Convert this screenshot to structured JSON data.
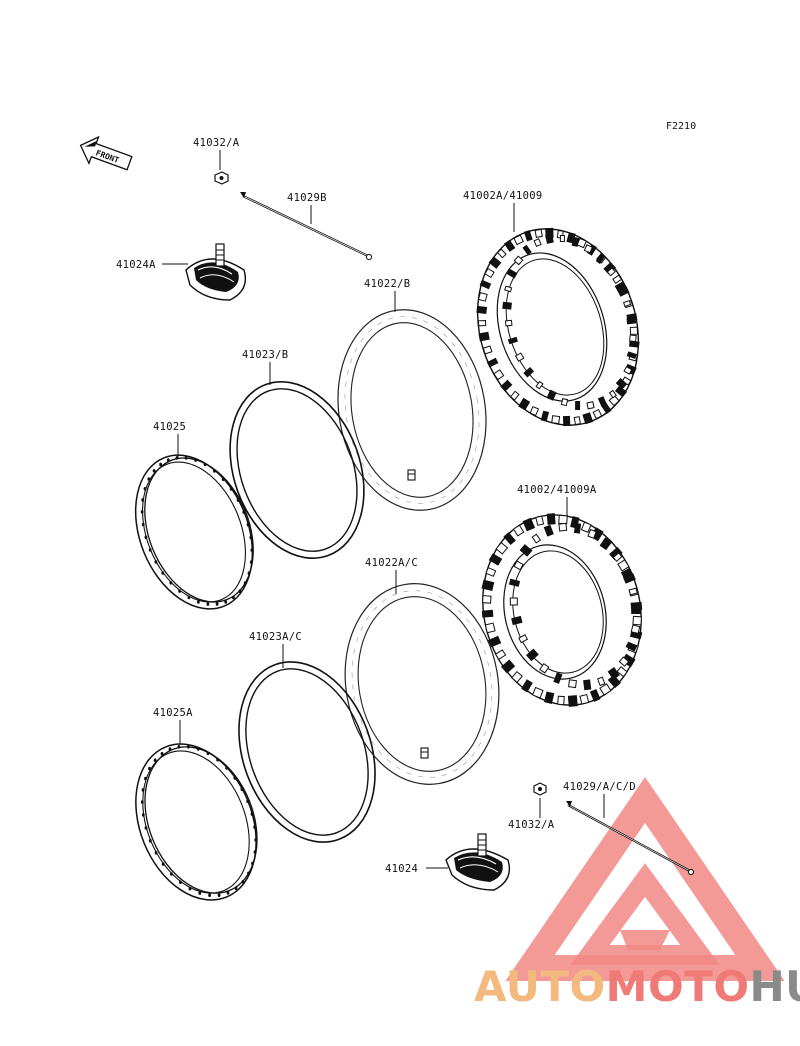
{
  "figure_code": "F2210",
  "front_label": "FRONT",
  "parts": {
    "p41032a_top": "41032/A",
    "p41029b": "41029B",
    "p41024a": "41024A",
    "p41022b": "41022/B",
    "p41002a": "41002A/41009",
    "p41023b": "41023/B",
    "p41025": "41025",
    "p41002": "41002/41009A",
    "p41022ac": "41022A/C",
    "p41023ac": "41023A/C",
    "p41025a": "41025A",
    "p41029acd": "41029/A/C/D",
    "p41032a_bottom": "41032/A",
    "p41024": "41024"
  },
  "watermark": {
    "part1": "AUTO",
    "part2": "MOTO",
    "part3": "HUB",
    "colors": {
      "auto": "#f3b97e",
      "moto": "#f07a78",
      "hub": "#8a8a8a",
      "logo": "#f07b78"
    }
  }
}
